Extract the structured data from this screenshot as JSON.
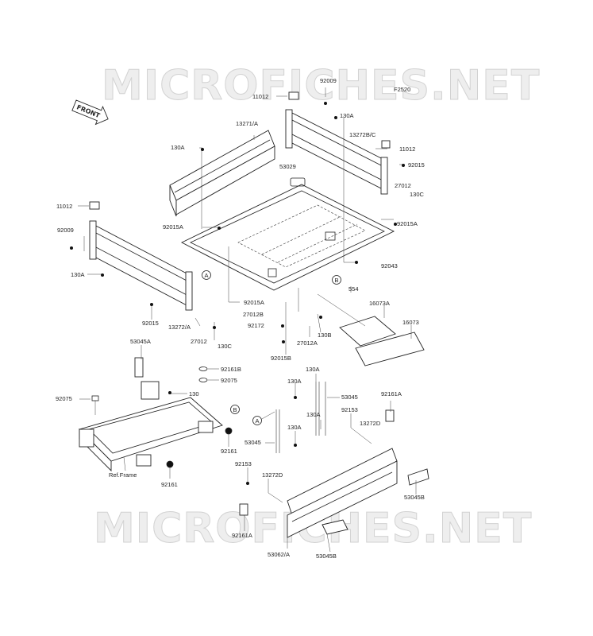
{
  "watermark": {
    "text": "MICROFICHES.NET"
  },
  "figure_code": "F2520",
  "front_label": "FRONT",
  "callouts": {
    "a": "A",
    "b": "B"
  },
  "labels": {
    "p92009_top": "92009",
    "p11012_top": "11012",
    "p13271A": "13271/A",
    "p130A_1": "130A",
    "p13272BC": "13272B/C",
    "p11012_r": "11012",
    "p92015_r": "92015",
    "p27012_r": "27012",
    "p130C_r": "130C",
    "p53029": "53029",
    "p92015A_r": "92015A",
    "p130A_2": "130A",
    "p92015A_l": "92015A",
    "p11012_l": "11012",
    "p92009_l": "92009",
    "p130A_3": "130A",
    "p92043": "92043",
    "p554": "554",
    "p92015A_m": "92015A",
    "p92015_l": "92015",
    "p13272A": "13272/A",
    "p27012_l": "27012",
    "p130C_l": "130C",
    "p27012B": "27012B",
    "p92172": "92172",
    "p130B": "130B",
    "p27012A": "27012A",
    "p92015B": "92015B",
    "p16073A": "16073A",
    "p16073": "16073",
    "p53045A": "53045A",
    "p92161B": "92161B",
    "p92075_c": "92075",
    "p130": "130",
    "p92075_l": "92075",
    "p130A_4": "130A",
    "p130A_5": "130A",
    "p53045_r": "53045",
    "p92161A_r": "92161A",
    "p92153_r": "92153",
    "p130A_6": "130A",
    "p13272D_r": "13272D",
    "p130A_7": "130A",
    "p53045_l": "53045",
    "p92161_c": "92161",
    "p92161_l": "92161",
    "p92153_l": "92153",
    "p13272D_l": "13272D",
    "p53045B_r": "53045B",
    "p92161A_l": "92161A",
    "p53062A": "53062/A",
    "p53045B_b": "53045B",
    "pRefFrame": "Ref.Frame"
  }
}
